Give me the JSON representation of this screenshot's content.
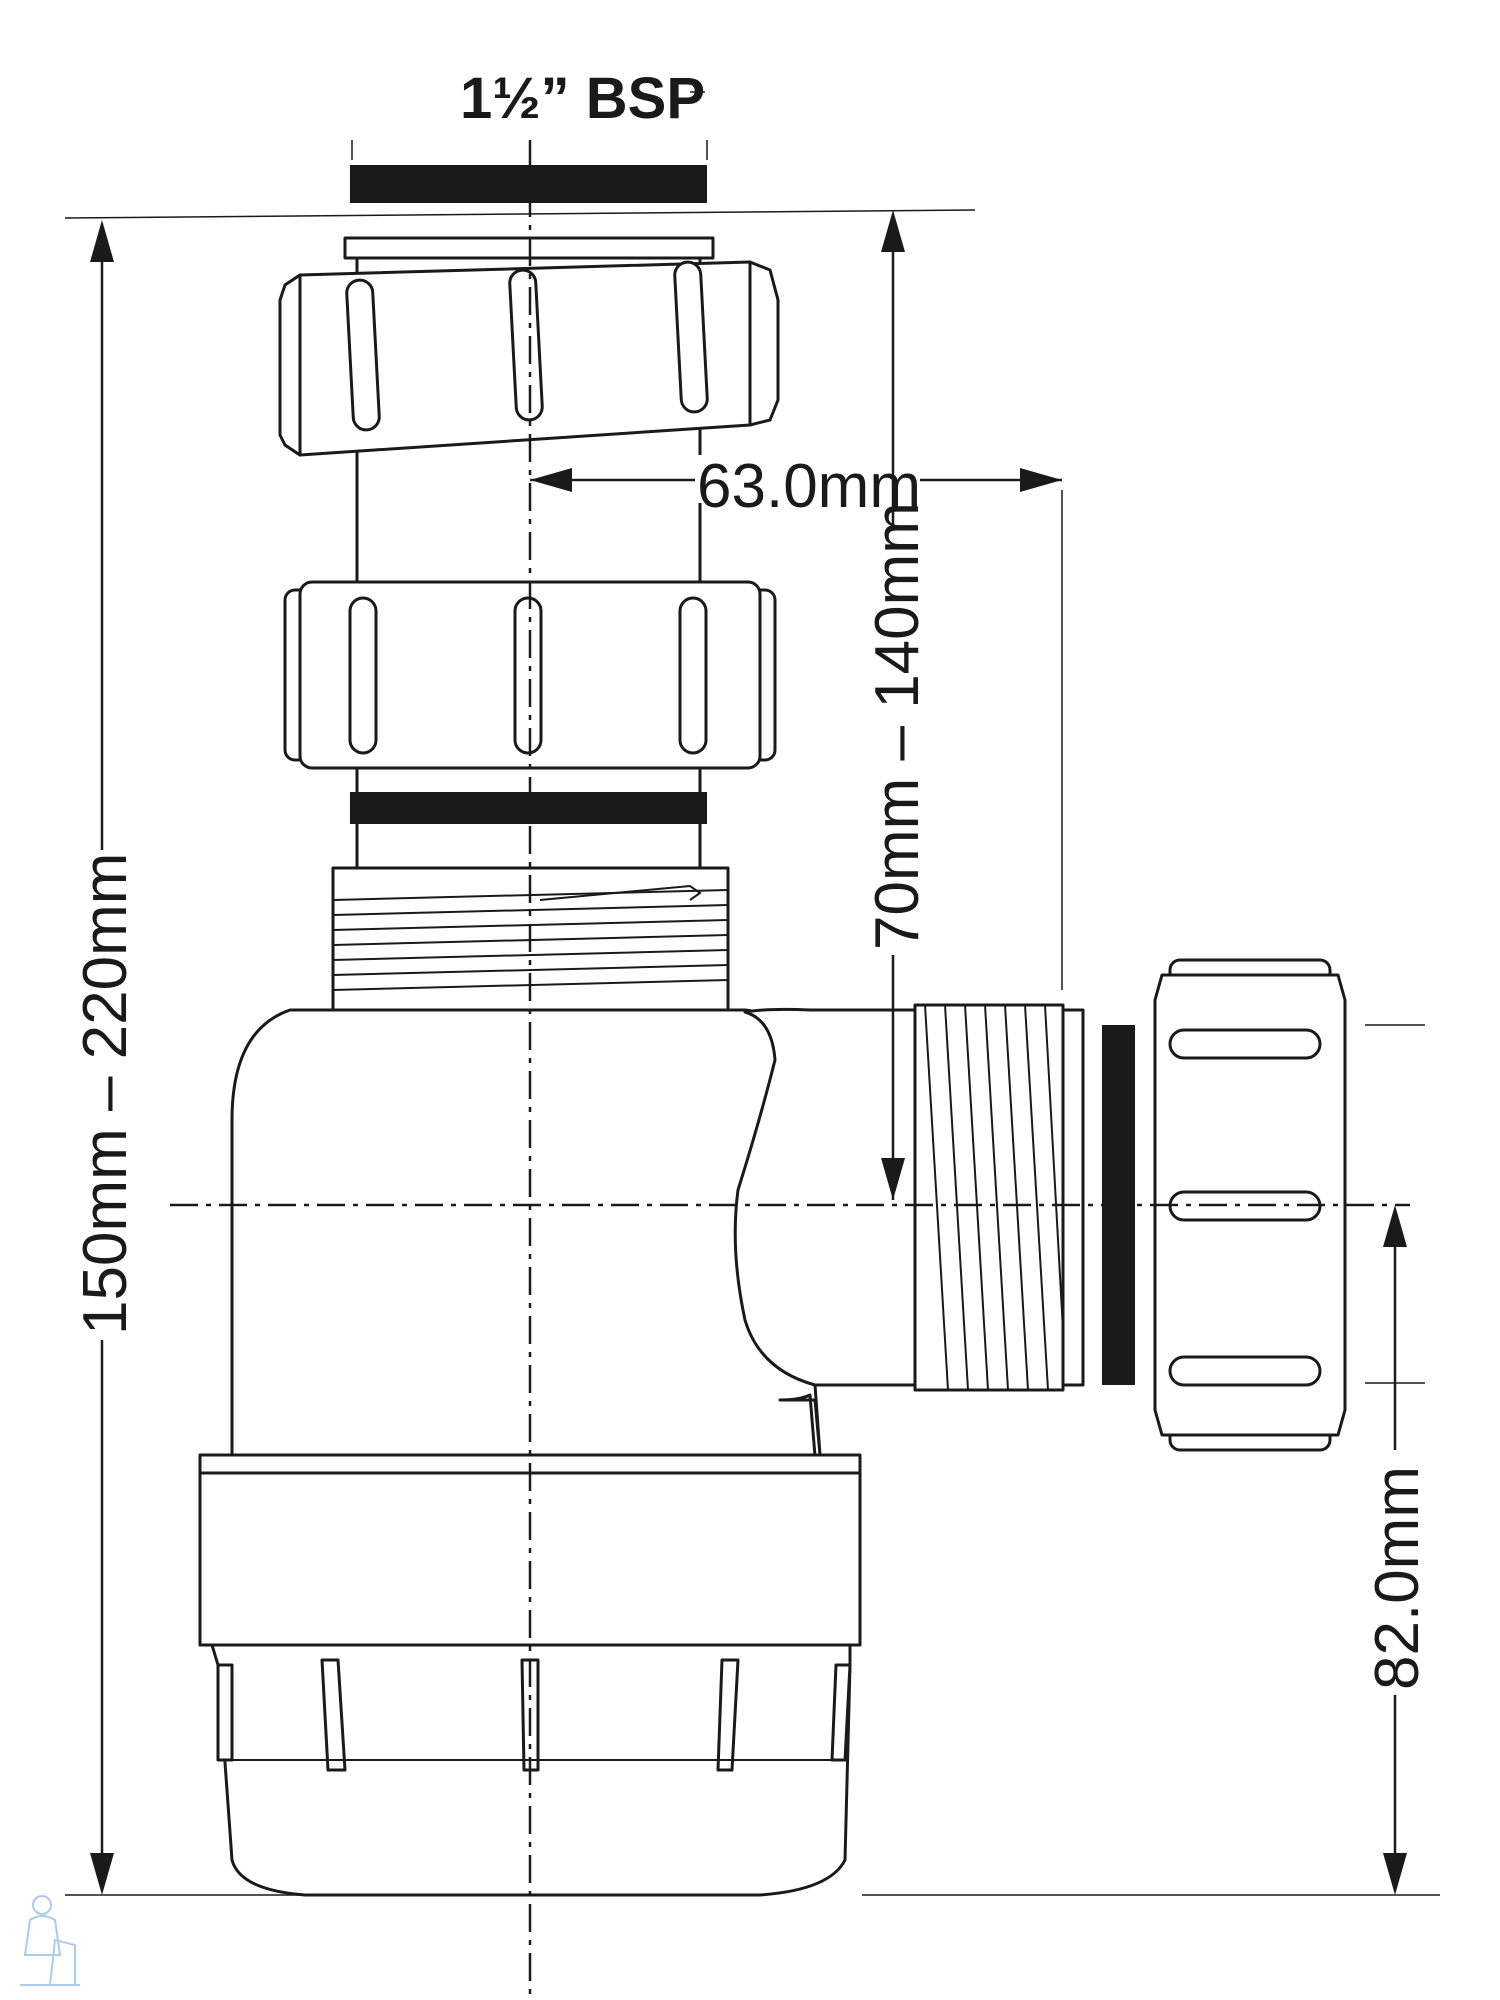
{
  "labels": {
    "thread_size": "1½” BSP",
    "overall_height": "150mm – 220mm",
    "inlet_offset": "63.0mm",
    "outlet_height_range": "70mm – 140mm",
    "outlet_centre_height": "82.0mm"
  },
  "colors": {
    "line": "#1a1a1a",
    "seal": "#1a1a1a",
    "background": "#ffffff"
  }
}
